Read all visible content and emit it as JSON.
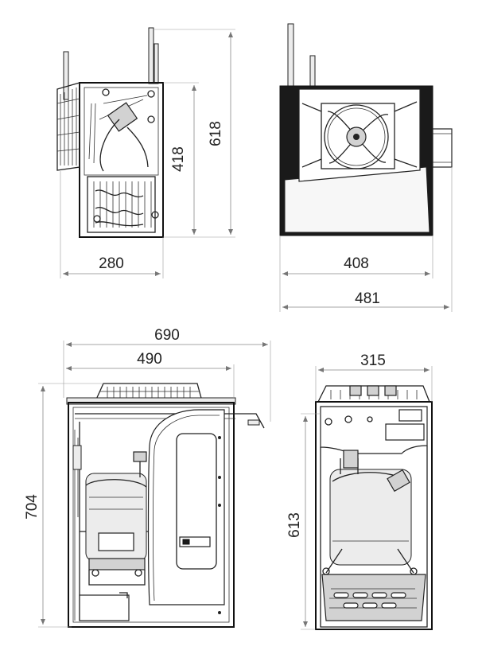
{
  "dimensions": {
    "side_height": "618",
    "side_inner_height": "418",
    "side_depth": "280",
    "front_width": "408",
    "front_overall_width": "481",
    "bottom_overall_width": "690",
    "bottom_body_width": "490",
    "bottom_height": "704",
    "end_width": "315",
    "end_height": "613"
  },
  "colors": {
    "line": "#222222",
    "dimension_line": "#888888",
    "panel_gray": "#d2d2d2",
    "body_dark": "#1a1a1a"
  }
}
